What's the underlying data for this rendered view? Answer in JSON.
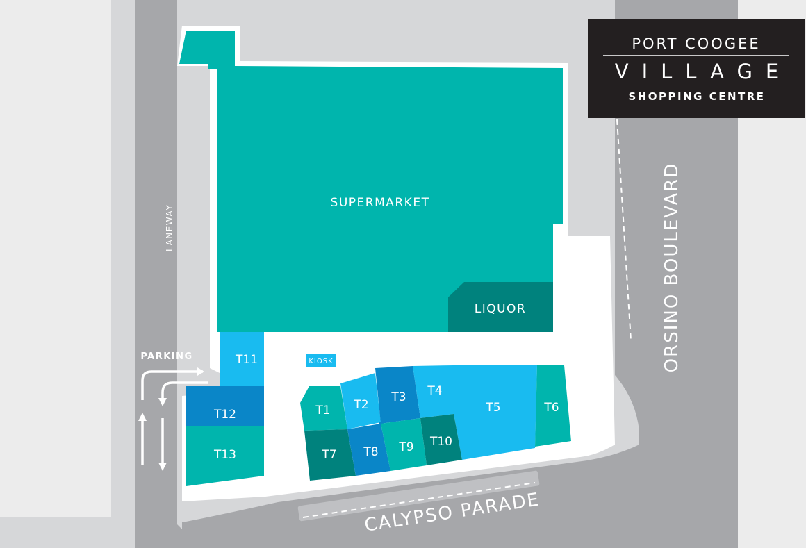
{
  "logo": {
    "line1": "PORT COOGEE",
    "line2": "VILLAGE",
    "line3": "SHOPPING CENTRE"
  },
  "streets": {
    "laneway": "LANEWAY",
    "orsino": "ORSINO BOULEVARD",
    "calypso": "CALYPSO PARADE"
  },
  "parking": {
    "label": "PARKING"
  },
  "stores": {
    "supermarket": "SUPERMARKET",
    "liquor": "LIQUOR",
    "kiosk": "KIOSK",
    "t1": "T1",
    "t2": "T2",
    "t3": "T3",
    "t4": "T4",
    "t5": "T5",
    "t6": "T6",
    "t7": "T7",
    "t8": "T8",
    "t9": "T9",
    "t10": "T10",
    "t11": "T11",
    "t12": "T12",
    "t13": "T13"
  },
  "colors": {
    "teal": "#00b5ad",
    "teal_dark": "#00827d",
    "sky": "#19bbf0",
    "blue": "#0a86c8",
    "road": "#a6a7aa",
    "ground": "#d6d7d9",
    "logo_bg": "#231f20"
  }
}
